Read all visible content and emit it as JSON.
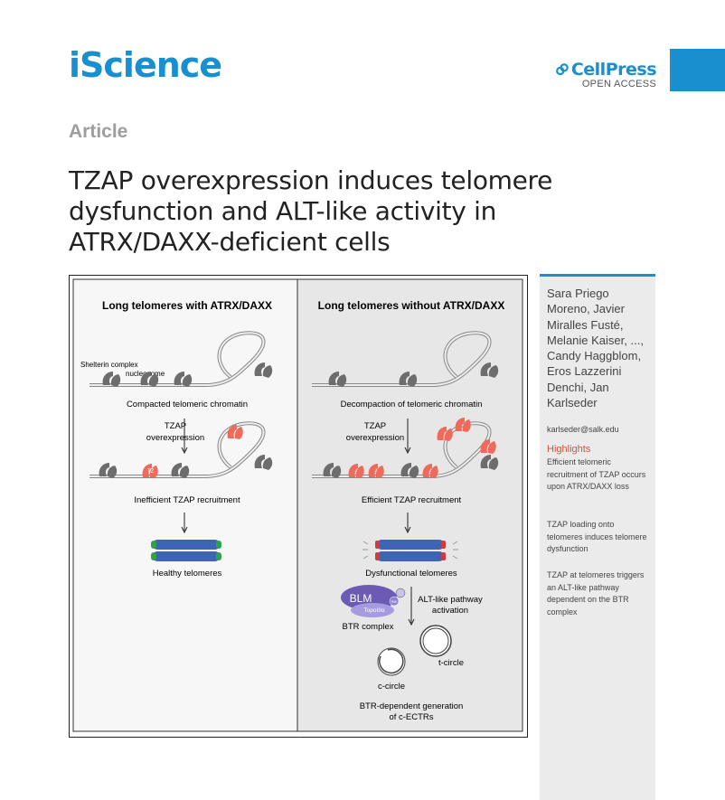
{
  "header": {
    "journal": "iScience",
    "publisher_name": "CellPress",
    "publisher_tag": "OPEN ACCESS",
    "accent_color": "#1a8fcf"
  },
  "article": {
    "kind": "Article",
    "title": "TZAP overexpression induces telomere dysfunction and ALT-like activity in ATRX/DAXX-deficient cells"
  },
  "graphical_abstract": {
    "left_panel": {
      "heading": "Long telomeres with ATRX/DAXX",
      "label_shelterin": "Shelterin complex",
      "label_nucleosome": "nucleosome",
      "caption_1": "Compacted telomeric chromatin",
      "arrow_label_1": "TZAP",
      "arrow_label_2": "overexpression",
      "caption_2": "Inefficient TZAP recruitment",
      "caption_3": "Healthy telomeres"
    },
    "right_panel": {
      "heading": "Long telomeres without ATRX/DAXX",
      "caption_1": "Decompaction of telomeric chromatin",
      "arrow_label_1": "TZAP",
      "arrow_label_2": "overexpression",
      "caption_2": "Efficient TZAP recruitment",
      "caption_3": "Dysfunctional telomeres",
      "blm": "BLM",
      "rmi": "RMI",
      "topo": "TopoIIIα",
      "btr": "BTR complex",
      "alt_1": "ALT-like pathway",
      "alt_2": "activation",
      "t_circle": "t-circle",
      "c_circle": "c-circle",
      "result_1": "BTR-dependent generation",
      "result_2": "of c-ECTRs"
    },
    "tz": "TZ",
    "colors": {
      "tzap": "#ee6b5b",
      "shelterin": "#6d6d6d",
      "chromosome": "#3e64b4",
      "healthy_tip": "#2fa34a",
      "dysfunctional_tip": "#d23b3b",
      "blm": "#6c5bb4"
    }
  },
  "sidebar": {
    "authors": "Sara Priego Moreno, Javier Miralles Fusté, Melanie Kaiser, ..., Candy Haggblom, Eros Lazzerini Denchi, Jan Karlseder",
    "email": "karlseder@salk.edu",
    "highlights_title": "Highlights",
    "highlights": [
      "Efficient telomeric recruitment of TZAP occurs upon ATRX/DAXX loss",
      "TZAP loading onto telomeres induces telomere dysfunction",
      "TZAP at telomeres triggers an ALT-like pathway dependent on the BTR complex"
    ]
  }
}
